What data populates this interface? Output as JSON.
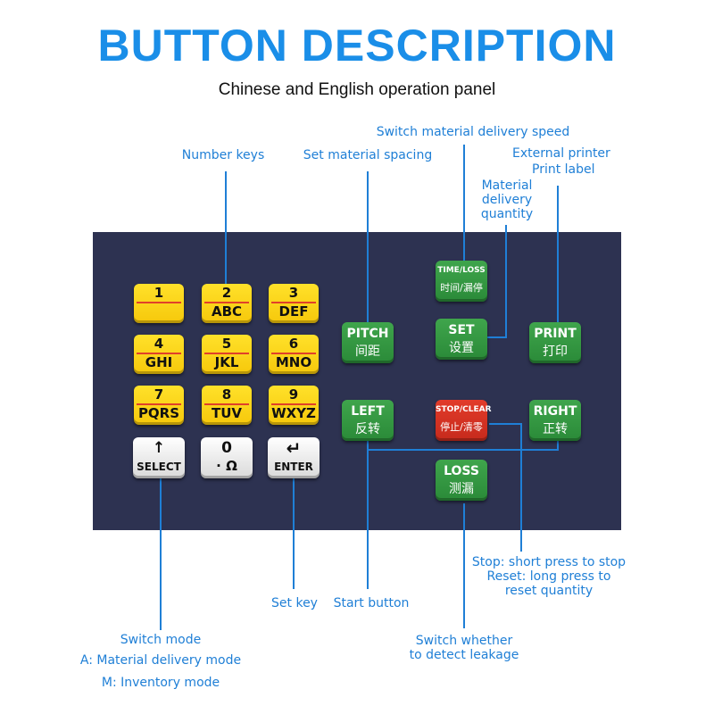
{
  "title": "BUTTON DESCRIPTION",
  "subtitle": "Chinese and English operation panel",
  "annotations": {
    "number_keys": "Number keys",
    "set_spacing": "Set material spacing",
    "switch_speed": "Switch material delivery speed",
    "external_printer": "External printer",
    "print_label": "Print label",
    "material_qty_1": "Material",
    "material_qty_2": "delivery",
    "material_qty_3": "quantity",
    "stop_1": "Stop: short press to stop",
    "stop_2": "Reset: long press to",
    "stop_3": "reset quantity",
    "set_key": "Set key",
    "start_button": "Start button",
    "switch_leak_1": "Switch whether",
    "switch_leak_2": "to detect leakage",
    "switch_mode": "Switch mode",
    "mode_a": "A: Material delivery mode",
    "mode_m": "M: Inventory mode"
  },
  "keys": {
    "k1": {
      "top": "1",
      "bot": ""
    },
    "k2": {
      "top": "2",
      "bot": "ABC"
    },
    "k3": {
      "top": "3",
      "bot": "DEF"
    },
    "k4": {
      "top": "4",
      "bot": "GHI"
    },
    "k5": {
      "top": "5",
      "bot": "JKL"
    },
    "k6": {
      "top": "6",
      "bot": "MNO"
    },
    "k7": {
      "top": "7",
      "bot": "PQRS"
    },
    "k8": {
      "top": "8",
      "bot": "TUV"
    },
    "k9": {
      "top": "9",
      "bot": "WXYZ"
    },
    "select": {
      "top": "↑",
      "bot": "SELECT"
    },
    "k0": {
      "top": "0",
      "bot": "· Ω"
    },
    "enter": {
      "top": "↵",
      "bot": "ENTER"
    },
    "pitch": {
      "top": "PITCH",
      "bot": "间距"
    },
    "timeloss": {
      "top": "TIME/LOSS",
      "bot": "时间/漏停"
    },
    "set": {
      "top": "SET",
      "bot": "设置"
    },
    "print": {
      "top": "PRINT",
      "bot": "打印"
    },
    "left": {
      "top": "LEFT",
      "bot": "反转"
    },
    "stopclear": {
      "top": "STOP/CLEAR",
      "bot": "停止/清零"
    },
    "right": {
      "top": "RIGHT",
      "bot": "正转"
    },
    "loss": {
      "top": "LOSS",
      "bot": "测漏"
    }
  },
  "colors": {
    "title": "#1a8ee8",
    "panel": "#2d3251",
    "annotation": "#1f7fd6",
    "number_key": "#f6c80b",
    "function_key": "#2a8a38",
    "stop_key": "#c62a1c"
  }
}
